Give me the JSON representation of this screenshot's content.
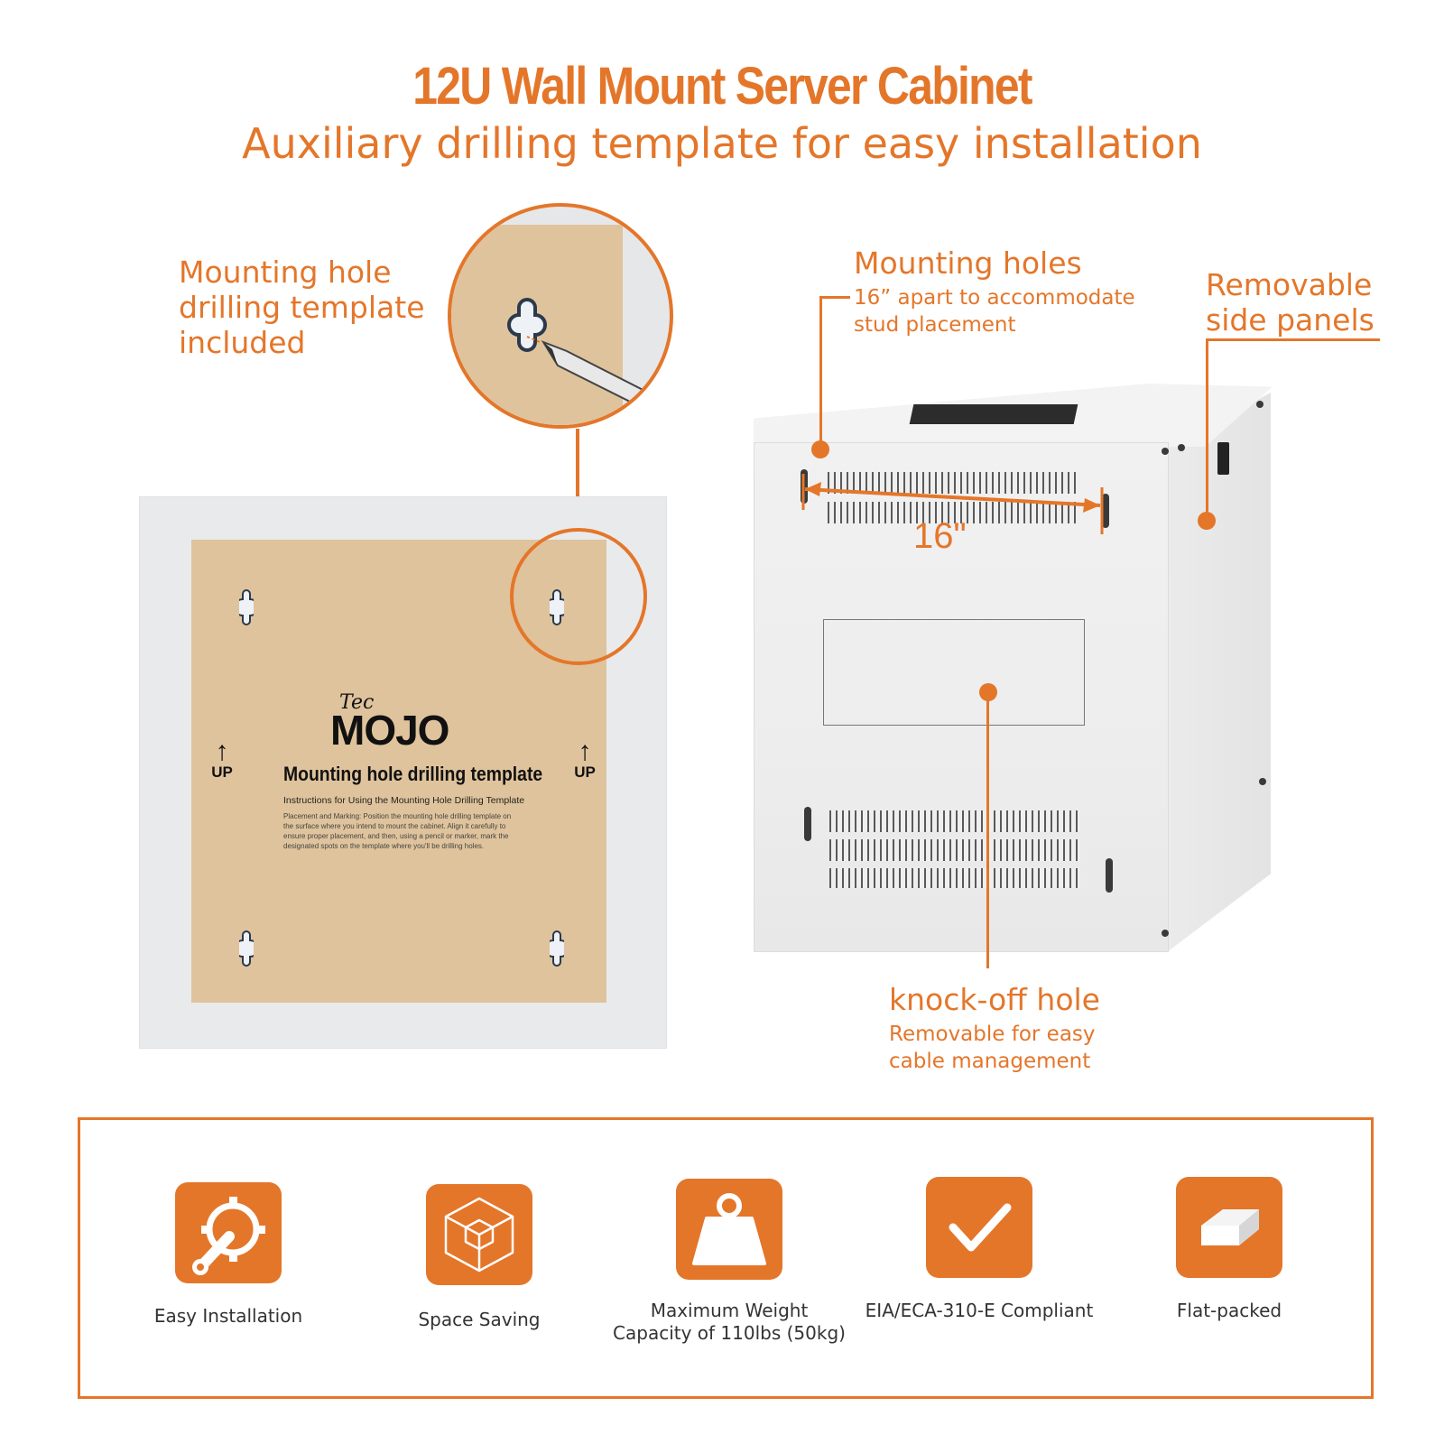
{
  "header": {
    "title": "12U Wall Mount Server Cabinet",
    "subtitle": "Auxiliary drilling template for easy installation"
  },
  "callouts": {
    "template": {
      "line1": "Mounting hole",
      "line2": "drilling template",
      "line3": "included"
    },
    "mounting_holes": {
      "heading": "Mounting holes",
      "detail1": "16” apart to accommodate",
      "detail2": "stud placement"
    },
    "side_panels": {
      "line1": "Removable",
      "line2": "side panels"
    },
    "knockoff": {
      "heading": "knock-off hole",
      "detail1": "Removable for easy",
      "detail2": "cable management"
    }
  },
  "dimension_label": "16\"",
  "template_card": {
    "logo_small": "Tec",
    "logo_big": "MOJO",
    "title": "Mounting hole drilling template",
    "subtitle": "Instructions for Using the Mounting Hole Drilling Template",
    "body": "Placement and Marking: Position the mounting hole drilling template on the surface where you intend to mount the cabinet. Align it carefully to ensure proper placement, and then, using a pencil or marker, mark the designated spots on the template where you'll be drilling holes.",
    "up_left": "UP",
    "up_right": "UP"
  },
  "features": [
    {
      "label": "Easy Installation",
      "icon": "wrench-gear-icon"
    },
    {
      "label": "Space Saving",
      "icon": "cube-icon"
    },
    {
      "label": "Maximum Weight Capacity of 110lbs (50kg)",
      "icon": "weight-icon"
    },
    {
      "label": "EIA/ECA-310-E Compliant",
      "icon": "checkmark-icon"
    },
    {
      "label": "Flat-packed",
      "icon": "flat-box-icon"
    }
  ],
  "colors": {
    "accent": "#e4762a",
    "template_paper": "#dfc39c",
    "board": "#e9eaec"
  }
}
